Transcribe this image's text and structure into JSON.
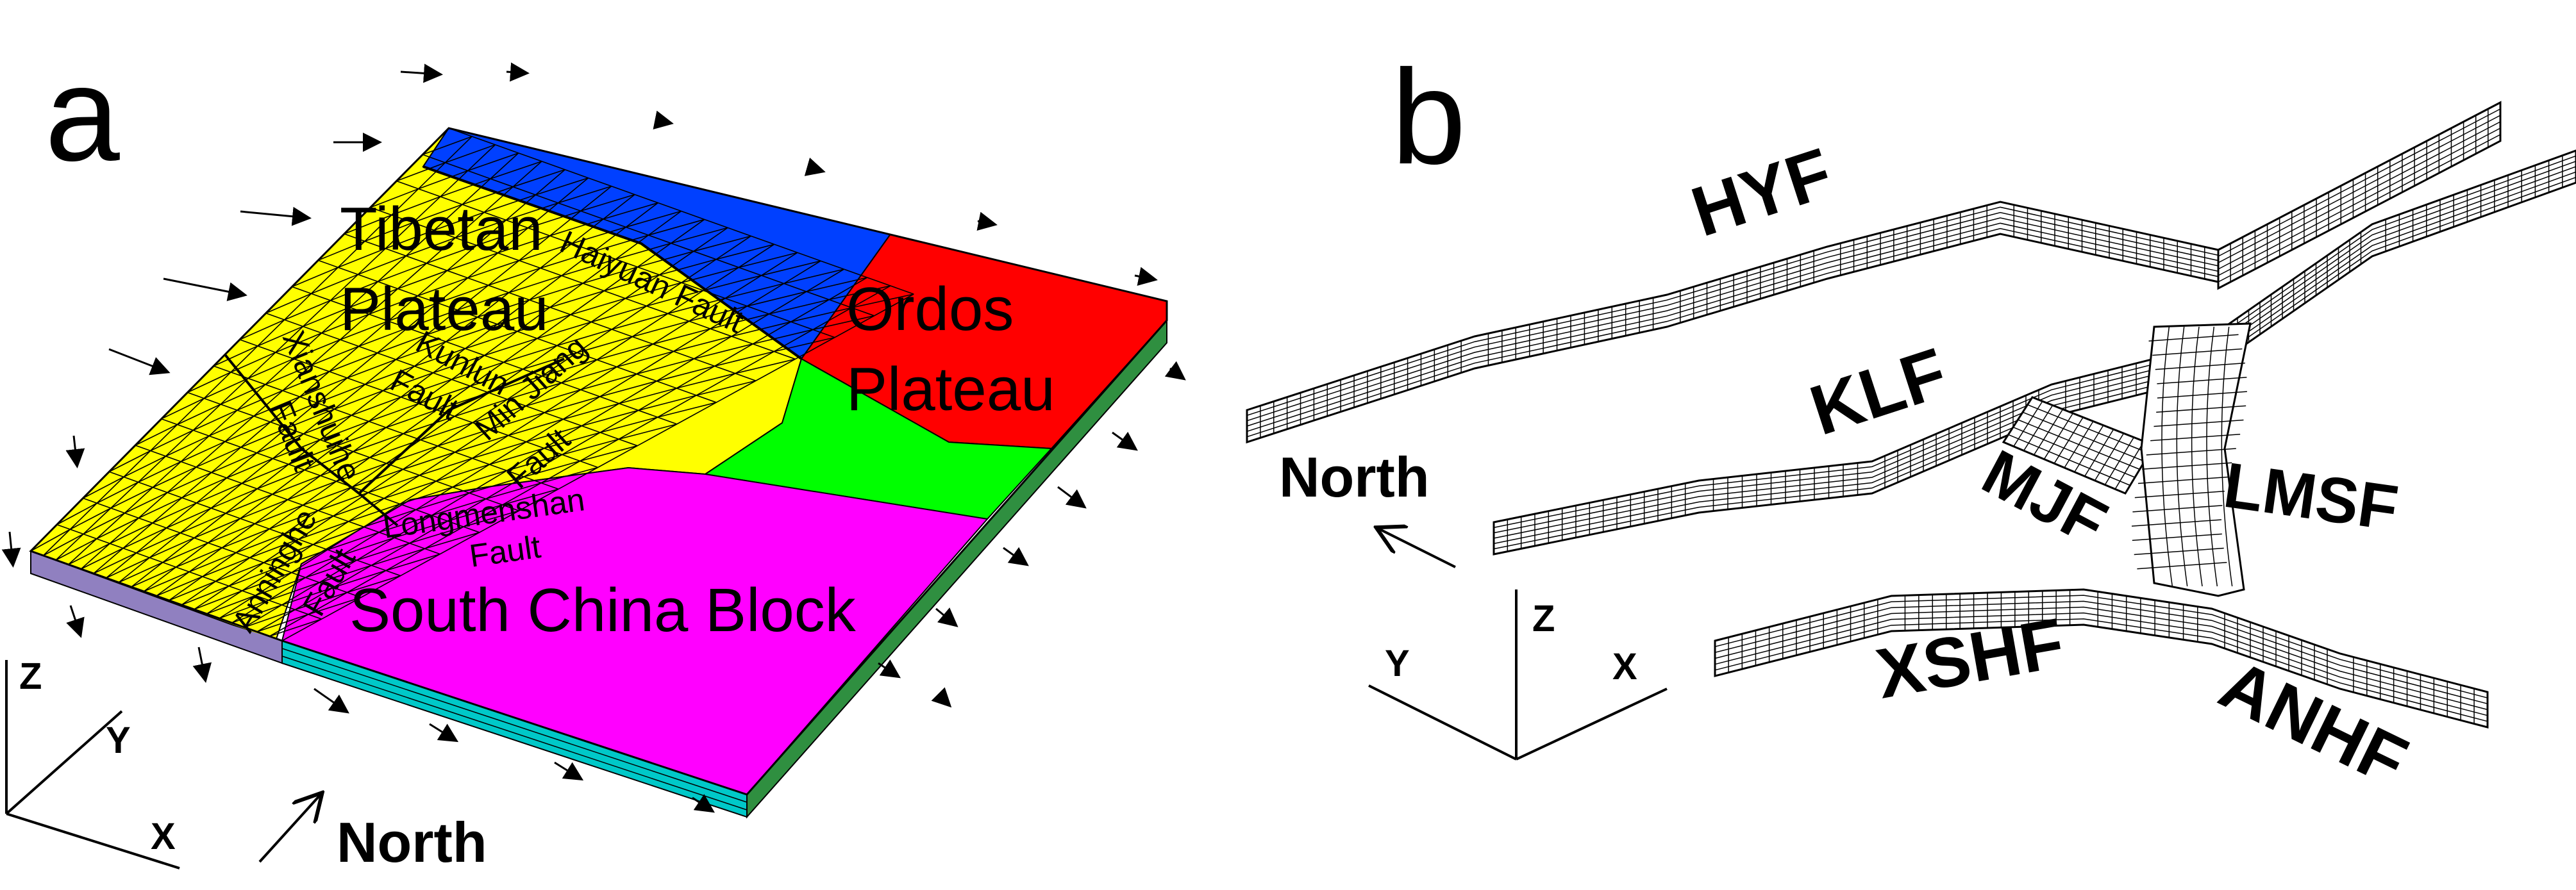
{
  "panel_a": {
    "letter": "a",
    "regions": {
      "tibetan_line1": "Tibetan",
      "tibetan_line2": "Plateau",
      "ordos_line1": "Ordos",
      "ordos_line2": "Plateau",
      "south_china": "South China Block"
    },
    "faults": {
      "haiyuan": "Haiyuan Fault",
      "kunlun_line1": "Kunlun",
      "kunlun_line2": "Fault",
      "xianshuihe_line1": "Xianshuihe",
      "xianshuihe_line2": "Fault",
      "minjiang_line1": "Min Jiang",
      "minjiang_line2": "Fault",
      "longmenshan_line1": "Longmenshan",
      "longmenshan_line2": "Fault",
      "anninghe_line1": "Anninghe",
      "anninghe_line2": "Fault"
    },
    "axes": {
      "z": "Z",
      "y": "Y",
      "x": "X"
    },
    "north": "North",
    "colors": {
      "tibetan": "#ffff00",
      "haiyuan_block": "#0040ff",
      "ordos": "#ff0000",
      "green_block": "#00ff00",
      "south_china": "#ff00ff",
      "base_cyan": "#00c8c8",
      "base_purple": "#9080c0"
    }
  },
  "panel_b": {
    "letter": "b",
    "faults": {
      "hyf": "HYF",
      "klf": "KLF",
      "mjf": "MJF",
      "lmsf": "LMSF",
      "xshf": "XSHF",
      "anhf": "ANHF"
    },
    "axes": {
      "z": "Z",
      "y": "Y",
      "x": "X"
    },
    "north": "North"
  }
}
